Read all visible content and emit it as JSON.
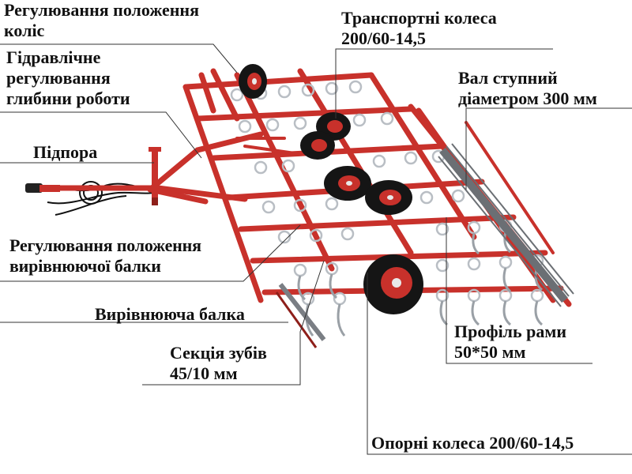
{
  "labels": {
    "wheel_position": [
      "Регулювання положення",
      "коліс"
    ],
    "hydraulic_depth": [
      "Гідравлічне",
      "регулювання",
      "глибини роботи"
    ],
    "transport_wheels": [
      "Транспортні колеса",
      "200/60-14,5"
    ],
    "roller": [
      "Вал ступний",
      "діаметром 300 мм"
    ],
    "support": [
      "Підпора"
    ],
    "leveler_adjust": [
      "Регулювання положення",
      "вирівнюючої балки"
    ],
    "leveler_beam": [
      "Вирівнююча балка"
    ],
    "tine_section": [
      "Секція зубів",
      "45/10 мм"
    ],
    "frame_profile": [
      "Профіль рами",
      "50*50 мм"
    ],
    "support_wheels": [
      "Опорні колеса 200/60-14,5"
    ]
  },
  "colors": {
    "frame": "#c8312b",
    "frame_dark": "#8e1f1a",
    "tine": "#9aa0a6",
    "text": "#111111",
    "leader": "#333333"
  }
}
